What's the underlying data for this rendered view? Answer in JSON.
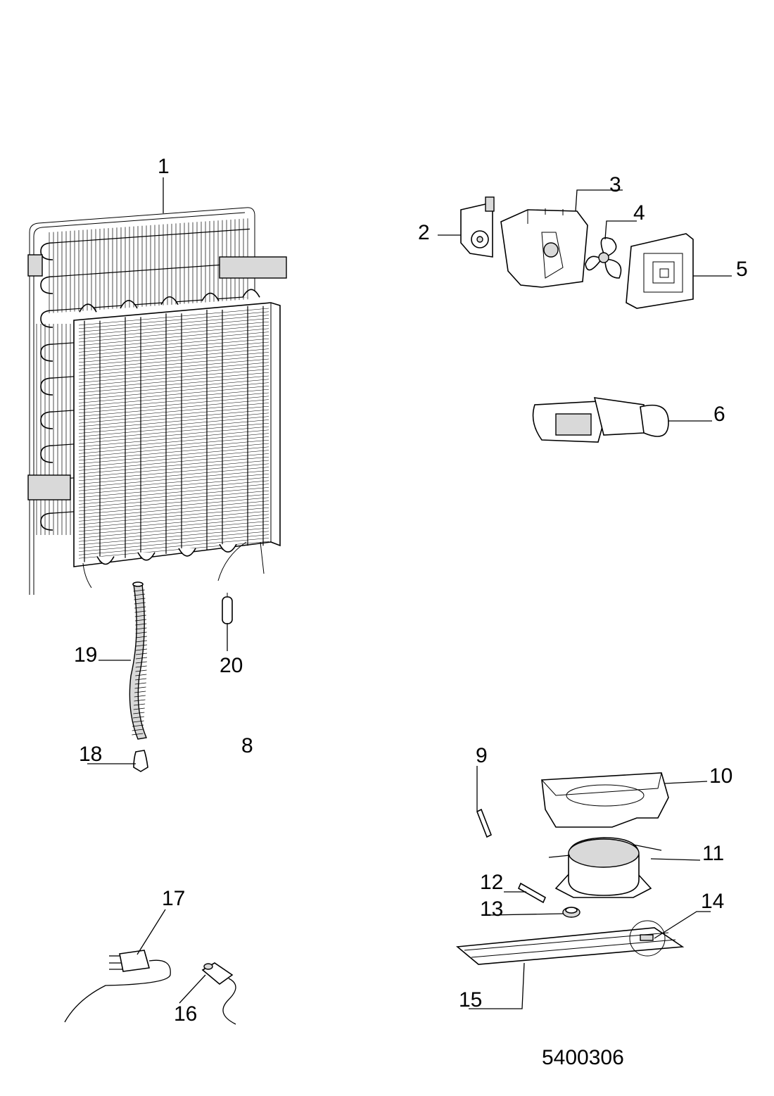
{
  "diagram": {
    "drawing_number": "5400306",
    "callouts": [
      {
        "id": "1",
        "label": "1"
      },
      {
        "id": "2",
        "label": "2"
      },
      {
        "id": "3",
        "label": "3"
      },
      {
        "id": "4",
        "label": "4"
      },
      {
        "id": "5",
        "label": "5"
      },
      {
        "id": "6",
        "label": "6"
      },
      {
        "id": "8",
        "label": "8"
      },
      {
        "id": "9",
        "label": "9"
      },
      {
        "id": "10",
        "label": "10"
      },
      {
        "id": "11",
        "label": "11"
      },
      {
        "id": "12",
        "label": "12"
      },
      {
        "id": "13",
        "label": "13"
      },
      {
        "id": "14",
        "label": "14"
      },
      {
        "id": "15",
        "label": "15"
      },
      {
        "id": "16",
        "label": "16"
      },
      {
        "id": "17",
        "label": "17"
      },
      {
        "id": "18",
        "label": "18"
      },
      {
        "id": "19",
        "label": "19"
      },
      {
        "id": "20",
        "label": "20"
      }
    ],
    "colors": {
      "line": "#000000",
      "background": "#ffffff",
      "shade": "#d9d9d9"
    }
  }
}
